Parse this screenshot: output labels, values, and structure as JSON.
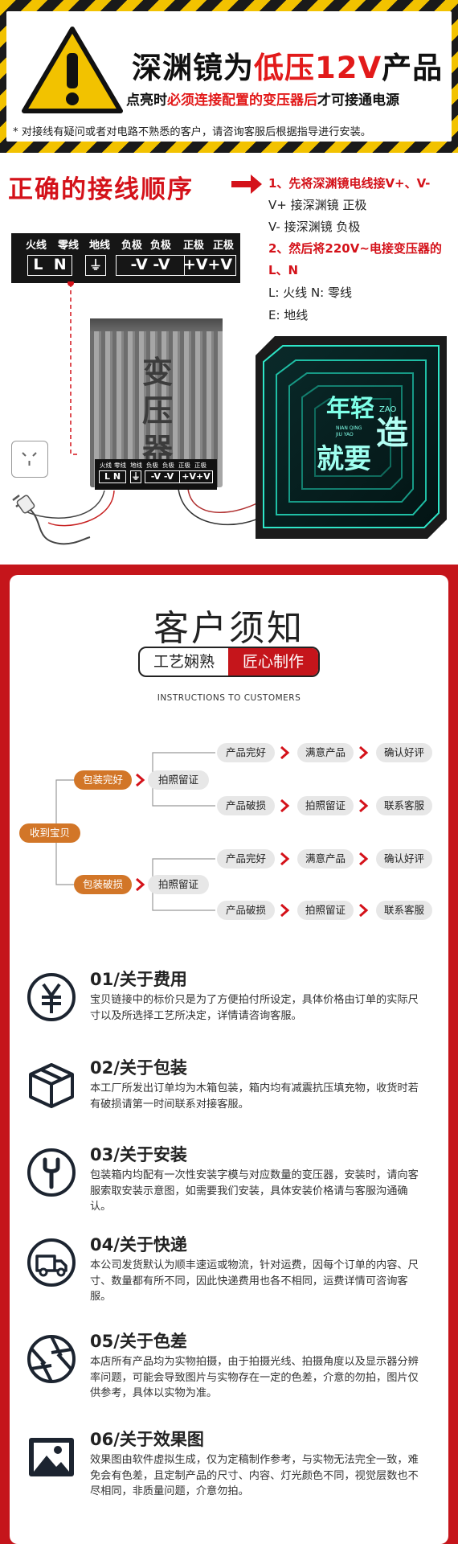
{
  "warning": {
    "title_prefix": "深渊镜为",
    "title_highlight": "低压12V",
    "title_suffix": "产品",
    "sub_prefix": "点亮时",
    "sub_highlight": "必须连接配置的变压器后",
    "sub_suffix": "才可接通电源",
    "note": "* 对接线有疑问或者对电路不熟悉的客户，请咨询客服后根据指导进行安装。"
  },
  "wiring": {
    "title": "正确的接线顺序",
    "steps": {
      "s1": "1、先将深渊镜电线接V+、V-",
      "s2": "V+ 接深渊镜 正极",
      "s3": "V-  接深渊镜 负极",
      "s4": "2、然后将220V~电接变压器的",
      "s5": "L、N",
      "s6": "L:  火线      N:  零线",
      "s7": "E:  地线"
    },
    "label_bar": {
      "top": [
        "火线",
        "零线",
        "地线",
        "负极",
        "负极",
        "正极",
        "正极"
      ],
      "cells": [
        "L",
        "N",
        "⏚",
        "-V",
        "-V",
        "+V",
        "+V"
      ]
    },
    "transformer_chars": [
      "变",
      "压",
      "器"
    ],
    "transformer_labels": [
      "火线",
      "零线",
      "地线",
      "负极",
      "负极",
      "正极",
      "正极"
    ],
    "transformer_cells": [
      "L",
      "N",
      "⏚",
      "-V",
      "-V",
      "+V",
      "+V"
    ],
    "mirror_text": [
      "年轻",
      "就要",
      "造"
    ],
    "mirror_sub": [
      "ZAO",
      "NIAN QING",
      "JIU YAO"
    ]
  },
  "customer": {
    "title": "客户须知",
    "badge_left": "工艺娴熟",
    "badge_right": "匠心制作",
    "subtitle_en": "INSTRUCTIONS TO CUSTOMERS",
    "tree": {
      "root": "收到宝贝",
      "branch1": "包装完好",
      "branch2": "包装破损",
      "photo1": "拍照留证",
      "photo2": "拍照留证",
      "row1": [
        "产品完好",
        "满意产品",
        "确认好评"
      ],
      "row2": [
        "产品破损",
        "拍照留证",
        "联系客服"
      ],
      "row3": [
        "产品完好",
        "满意产品",
        "确认好评"
      ],
      "row4": [
        "产品破损",
        "拍照留证",
        "联系客服"
      ]
    },
    "items": [
      {
        "heading": "01/关于费用",
        "body": "宝贝链接中的标价只是为了方便拍付所设定，具体价格由订单的实际尺寸以及所选择工艺所决定，详情请咨询客服。",
        "icon": "yen-icon"
      },
      {
        "heading": "02/关于包装",
        "body": "本工厂所发出订单均为木箱包装，箱内均有减震抗压填充物，收货时若有破损请第一时间联系对接客服。",
        "icon": "box-icon"
      },
      {
        "heading": "03/关于安装",
        "body": "包装箱内均配有一次性安装字模与对应数量的变压器，安装时，请向客服索取安装示意图，如需要我们安装，具体安装价格请与客服沟通确认。",
        "icon": "wrench-icon"
      },
      {
        "heading": "04/关于快递",
        "body": "本公司发货默认为顺丰速运或物流，针对运费，因每个订单的内容、尺寸、数量都有所不同，因此快递费用也各不相同，运费详情可咨询客服。",
        "icon": "truck-icon"
      },
      {
        "heading": "05/关于色差",
        "body": "本店所有产品均为实物拍摄，由于拍摄光线、拍摄角度以及显示器分辨率问题，可能会导致图片与实物存在一定的色差，介意的勿拍，图片仅供参考，具体以实物为准。",
        "icon": "aperture-icon"
      },
      {
        "heading": "06/关于效果图",
        "body": "效果图由软件虚拟生成，仅为定稿制作参考，与实物无法完全一致，难免会有色差，且定制产品的尺寸、内容、灯光颜色不同，视觉层数也不尽相同，非质量问题，介意勿拍。",
        "icon": "image-icon"
      }
    ]
  }
}
